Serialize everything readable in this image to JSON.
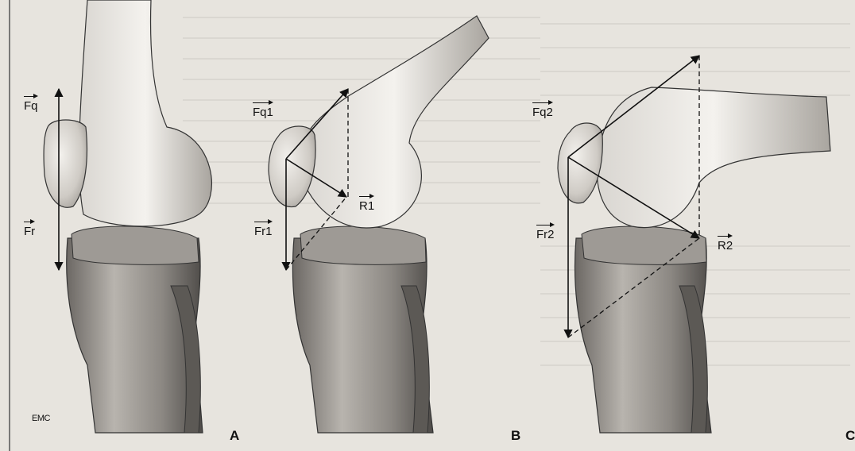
{
  "figure": {
    "panels": [
      {
        "letter": "A",
        "labels": {
          "quadriceps_force": "Fq",
          "reaction_force": "Fr"
        }
      },
      {
        "letter": "B",
        "labels": {
          "quadriceps_force": "Fq1",
          "reaction_force": "Fr1",
          "resultant": "R1"
        }
      },
      {
        "letter": "C",
        "labels": {
          "quadriceps_force": "Fq2",
          "reaction_force": "Fr2",
          "resultant": "R2"
        }
      }
    ],
    "credit": "EMC"
  }
}
